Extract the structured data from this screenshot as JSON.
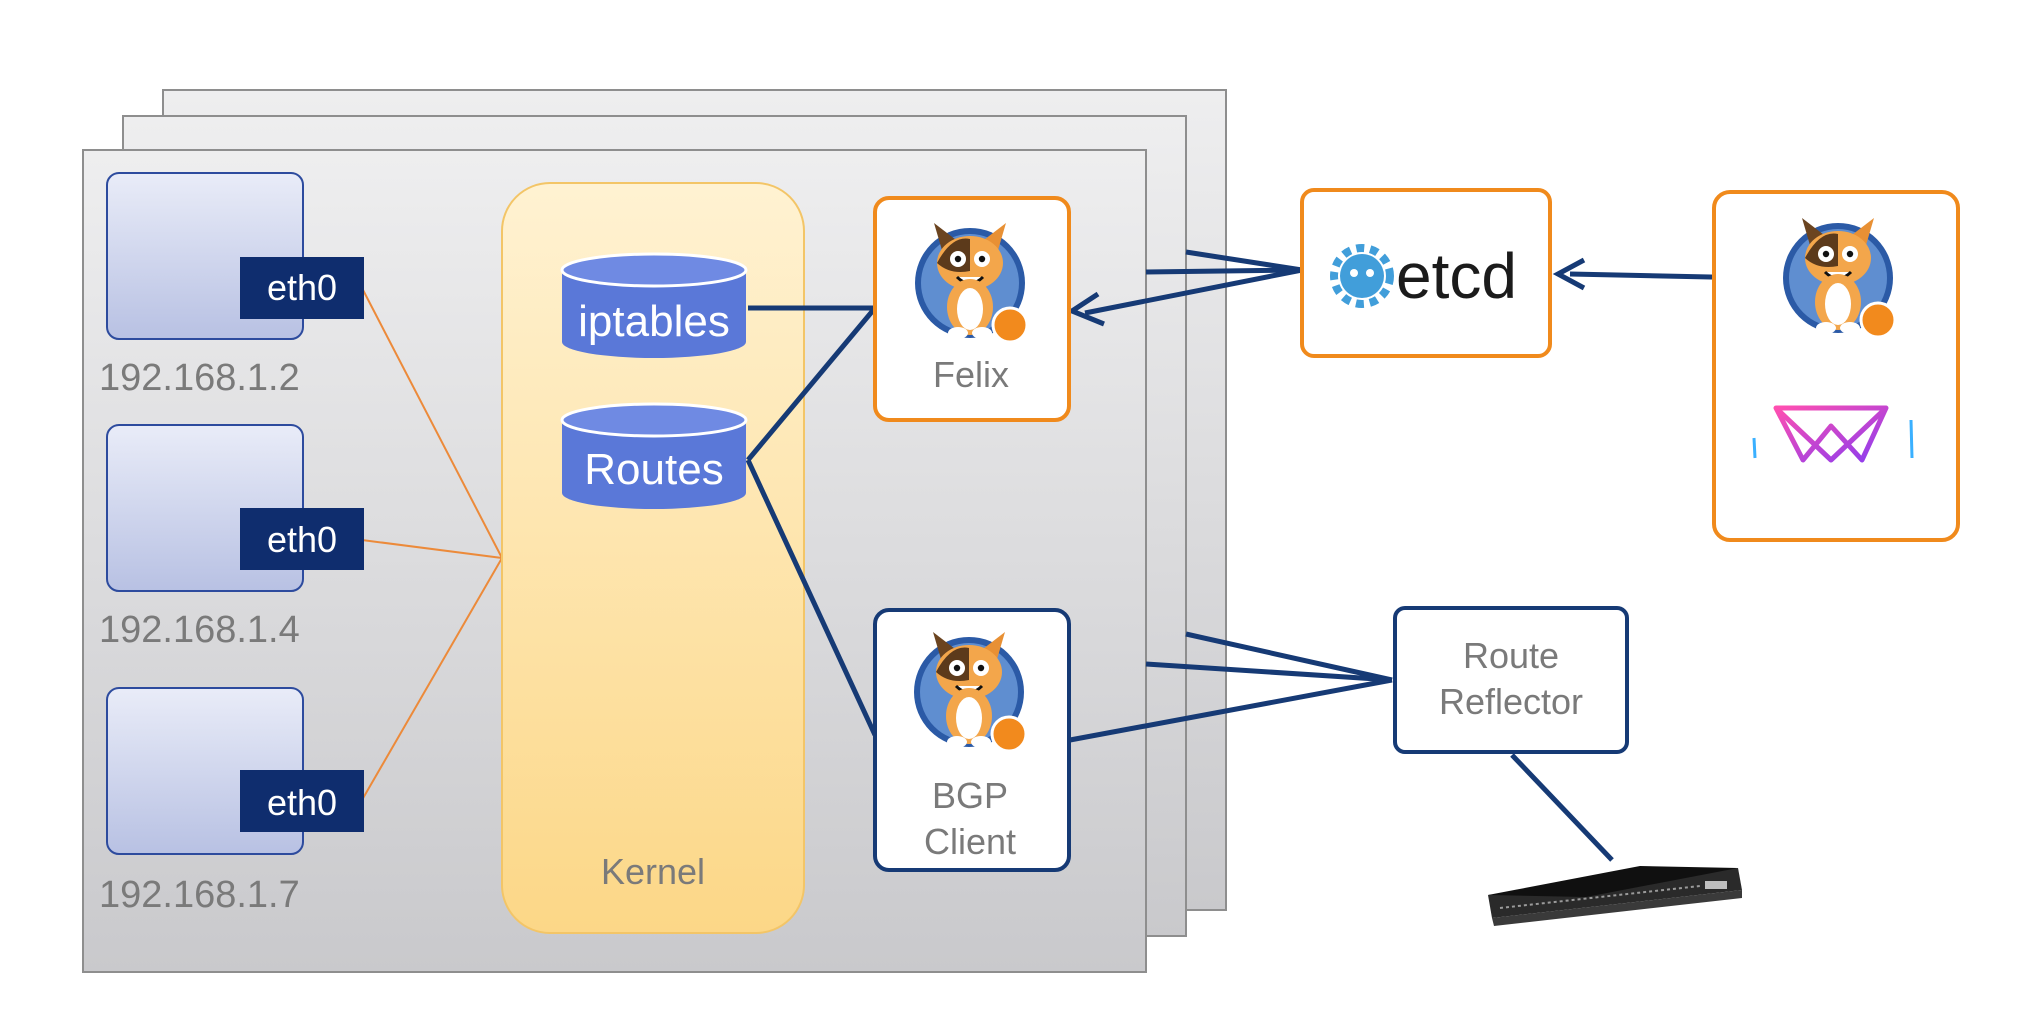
{
  "diagram": {
    "hosts": [
      {
        "interface": "eth0",
        "ip": "192.168.1.2"
      },
      {
        "interface": "eth0",
        "ip": "192.168.1.4"
      },
      {
        "interface": "eth0",
        "ip": "192.168.1.7"
      }
    ],
    "kernel": {
      "label": "Kernel",
      "stores": [
        "iptables",
        "Routes"
      ]
    },
    "agents": {
      "felix": "Felix",
      "bgp_client_line1": "BGP",
      "bgp_client_line2": "Client"
    },
    "etcd": {
      "label": "etcd",
      "icon": "etcd-logo-icon"
    },
    "route_reflector": {
      "line1": "Route",
      "line2": "Reflector"
    },
    "icons": {
      "calico": "calico-cat-icon",
      "orchestrator": "orchestrator-logo-icon",
      "switch": "network-switch-icon"
    },
    "colors": {
      "orange_line": "#ec8a3a",
      "navy_line": "#163a75",
      "orange_border": "#f08a1c",
      "kernel_fill": "#fde2a6",
      "eth_fill": "#0f2d6e",
      "cylinder_fill": "#5a78d8"
    }
  }
}
